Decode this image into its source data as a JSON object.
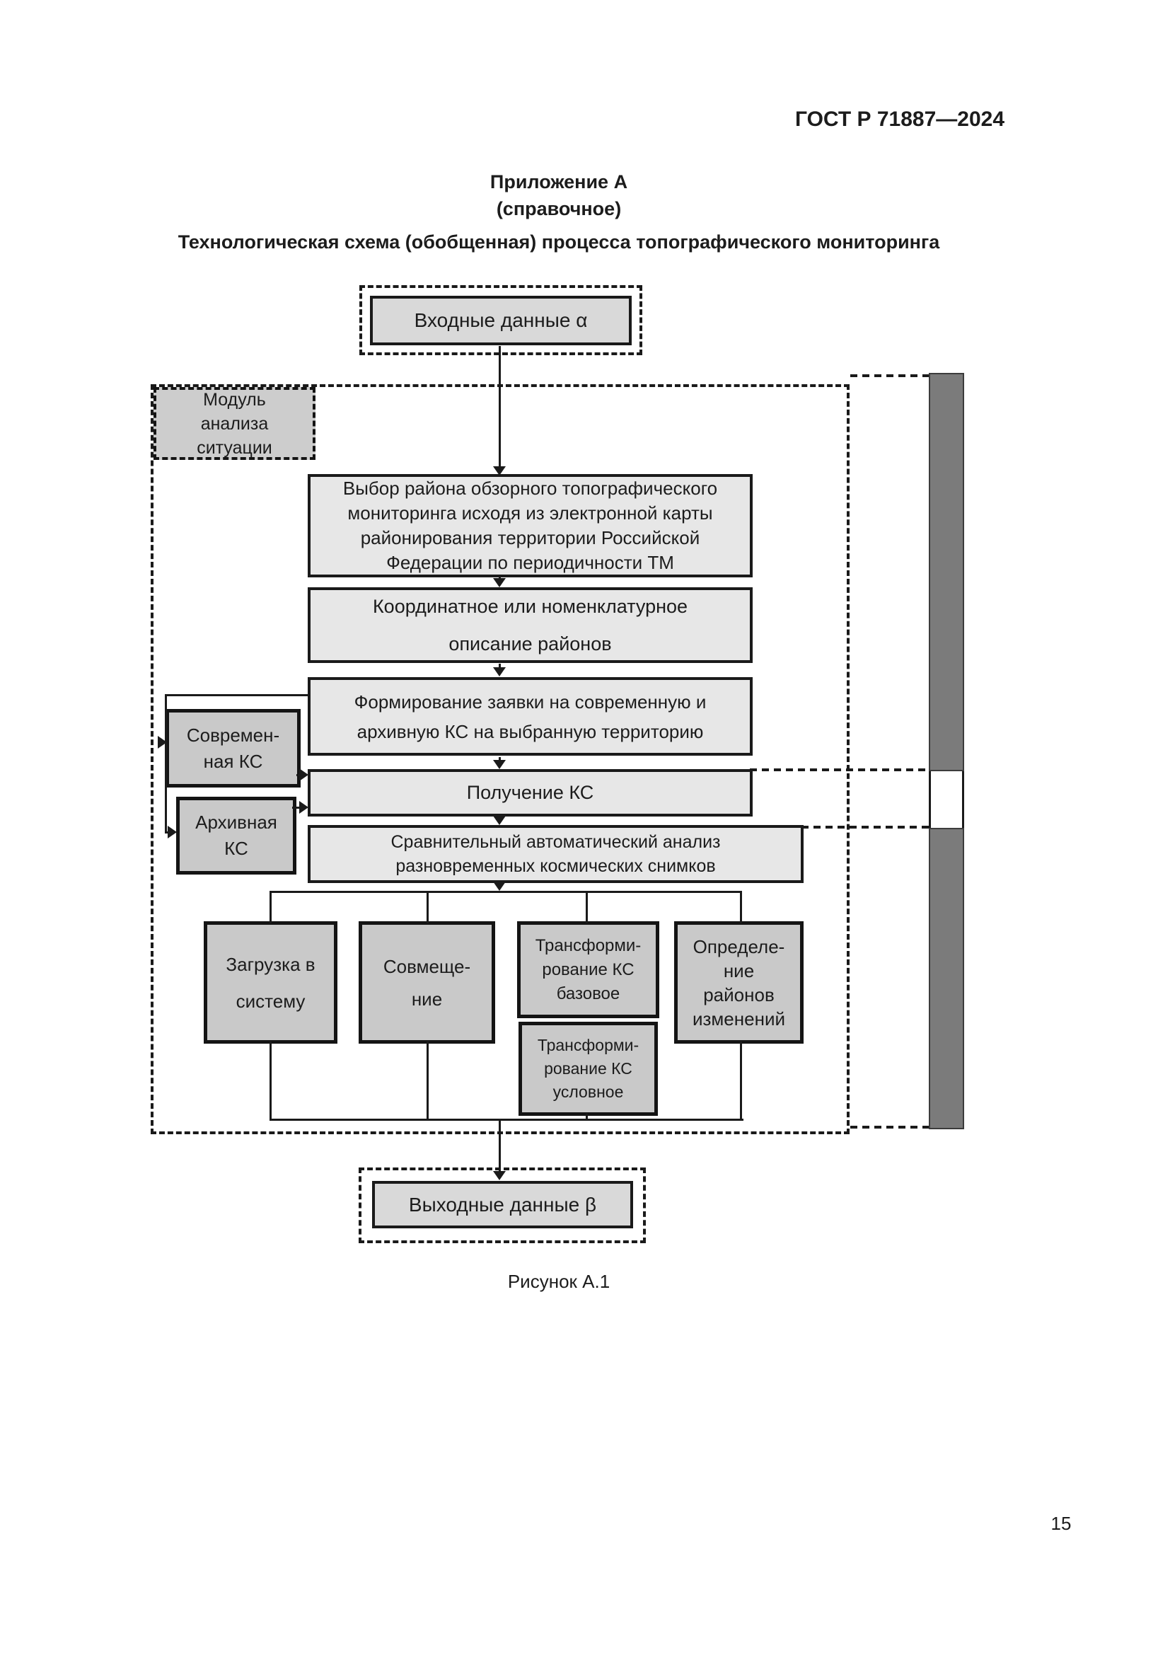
{
  "document": {
    "standard_code": "ГОСТ Р 71887—2024",
    "appendix_heading": "Приложение А",
    "appendix_type": "(справочное)",
    "scheme_title": "Технологическая схема (обобщенная) процесса топографического мониторинга",
    "figure_caption": "Рисунок А.1",
    "page_number": "15"
  },
  "diagram": {
    "input_box": "Входные данные α",
    "output_box": "Выходные данные β",
    "module_box": "Модуль\nанализа\nситуации",
    "steps": {
      "select_region": "Выбор района обзорного топографического\nмониторинга исходя из электронной карты\nрайонирования территории Российской\nФедерации по периодичности ТМ",
      "coordinate_description": "Координатное или номенклатурное\nописание районов",
      "request_formation": "Формирование заявки на современную и\nархивную КС на выбранную территорию",
      "receive_ks": "Получение КС",
      "comparative_analysis": "Сравнительный автоматический анализ\nразновременных космических снимков"
    },
    "sources": {
      "modern_ks": "Современ-\nная КС",
      "archive_ks": "Архивная\nКС"
    },
    "operations": {
      "load_to_system": "Загрузка в\nсистему",
      "alignment": "Совмеще-\nние",
      "transform_base": "Трансформи-\nрование КС\nбазовое",
      "change_detection": "Определе-\nние\nрайонов\nизменений",
      "transform_conditional": "Трансформи-\nрование КС\nусловное"
    },
    "colors": {
      "light_box": "#e7e7e7",
      "medium_box": "#d9d9d9",
      "dark_box": "#c9c9c9",
      "module_box": "#cdcdcd",
      "side_bar": "#7b7b7b",
      "line": "#1a1a1a"
    }
  }
}
